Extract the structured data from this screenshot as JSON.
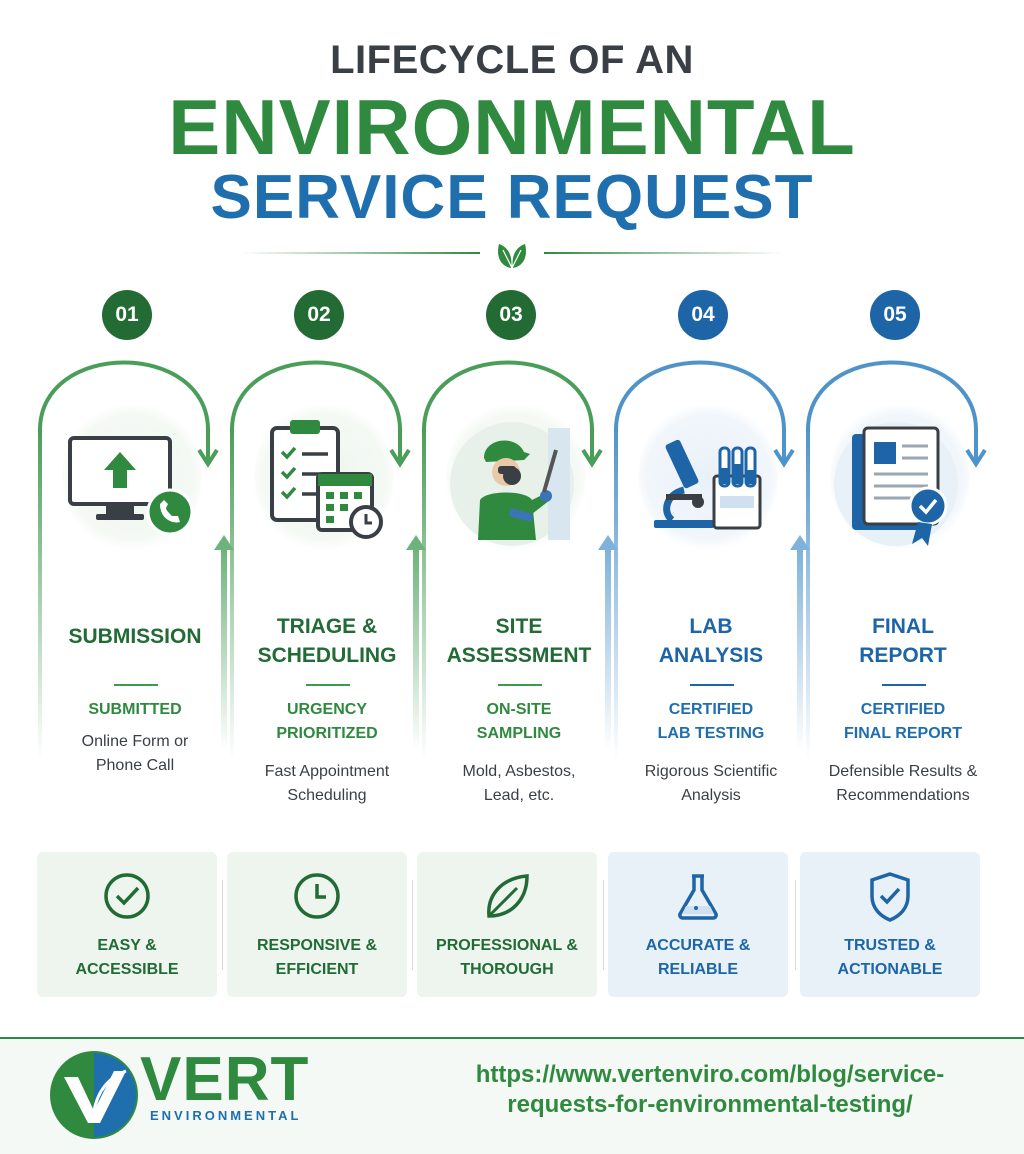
{
  "header": {
    "line1": "LIFECYCLE OF AN",
    "line2": "ENVIRONMENTAL",
    "line3": "SERVICE REQUEST"
  },
  "colors": {
    "green": "#2f8a3f",
    "dark_green": "#226b35",
    "blue": "#1d65a6",
    "text": "#3a3f45"
  },
  "steps": [
    {
      "number": "01",
      "title_lines": [
        "SUBMISSION"
      ],
      "subtitle_lines": [
        "SUBMITTED"
      ],
      "desc_lines": [
        "Online Form or",
        "Phone Call"
      ],
      "icon": "computer-upload-phone-icon",
      "tone": "green"
    },
    {
      "number": "02",
      "title_lines": [
        "TRIAGE &",
        "SCHEDULING"
      ],
      "subtitle_lines": [
        "URGENCY",
        "PRIORITIZED"
      ],
      "desc_lines": [
        "Fast Appointment",
        "Scheduling"
      ],
      "icon": "clipboard-calendar-icon",
      "tone": "green"
    },
    {
      "number": "03",
      "title_lines": [
        "SITE",
        "ASSESSMENT"
      ],
      "subtitle_lines": [
        "ON-SITE",
        "SAMPLING"
      ],
      "desc_lines": [
        "Mold, Asbestos,",
        "Lead, etc."
      ],
      "icon": "technician-sampling-icon",
      "tone": "green"
    },
    {
      "number": "04",
      "title_lines": [
        "LAB",
        "ANALYSIS"
      ],
      "subtitle_lines": [
        "CERTIFIED",
        "LAB TESTING"
      ],
      "desc_lines": [
        "Rigorous Scientific",
        "Analysis"
      ],
      "icon": "microscope-test-tubes-icon",
      "tone": "blue"
    },
    {
      "number": "05",
      "title_lines": [
        "FINAL",
        "REPORT"
      ],
      "subtitle_lines": [
        "CERTIFIED",
        "FINAL REPORT"
      ],
      "desc_lines": [
        "Defensible Results &",
        "Recommendations"
      ],
      "icon": "report-badge-icon",
      "tone": "blue"
    }
  ],
  "benefits": [
    {
      "label_lines": [
        "EASY &",
        "ACCESSIBLE"
      ],
      "icon": "check-circle-icon",
      "tone": "green"
    },
    {
      "label_lines": [
        "RESPONSIVE &",
        "EFFICIENT"
      ],
      "icon": "clock-icon",
      "tone": "green"
    },
    {
      "label_lines": [
        "PROFESSIONAL &",
        "THOROUGH"
      ],
      "icon": "leaf-icon",
      "tone": "green"
    },
    {
      "label_lines": [
        "ACCURATE &",
        "RELIABLE"
      ],
      "icon": "flask-icon",
      "tone": "blue"
    },
    {
      "label_lines": [
        "TRUSTED &",
        "ACTIONABLE"
      ],
      "icon": "shield-check-icon",
      "tone": "blue"
    }
  ],
  "footer": {
    "logo_word": "VERT",
    "logo_sub": "ENVIRONMENTAL",
    "url_lines": [
      "https://www.vertenviro.com/blog/service-",
      "requests-for-environmental-testing/"
    ]
  }
}
